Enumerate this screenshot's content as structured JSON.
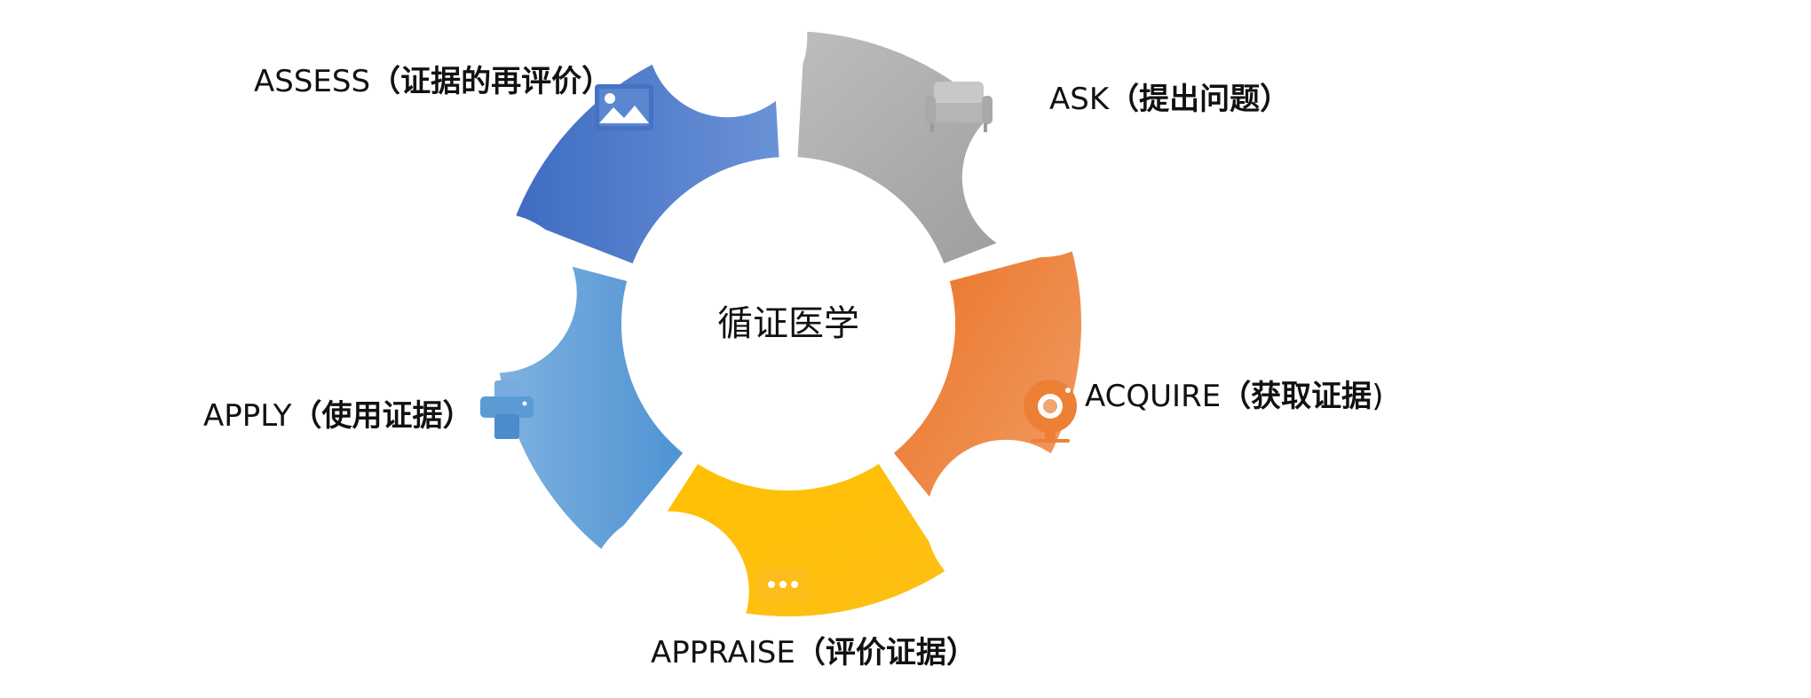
{
  "diagram": {
    "center_label": "循证医学",
    "colors": {
      "ask": "#a6a6a6",
      "acquire": "#ed7d31",
      "appraise": "#ffc000",
      "apply": "#5b9bd5",
      "assess": "#4472c4"
    },
    "steps": [
      {
        "key": "ask",
        "en": "ASK",
        "cn": "（提出问题）",
        "icon": "sofa-icon"
      },
      {
        "key": "acquire",
        "en": "ACQUIRE",
        "cn": "（获取证据",
        "close": ")",
        "icon": "webcam-icon"
      },
      {
        "key": "appraise",
        "en": "APPRAISE",
        "cn": "（评价证据）",
        "icon": "chat-bubble-icon"
      },
      {
        "key": "apply",
        "en": "APPLY",
        "cn": "（使用证据）",
        "icon": "printer-icon"
      },
      {
        "key": "assess",
        "en": "ASSESS",
        "cn": "（证据的再评价）",
        "icon": "picture-icon"
      }
    ]
  }
}
